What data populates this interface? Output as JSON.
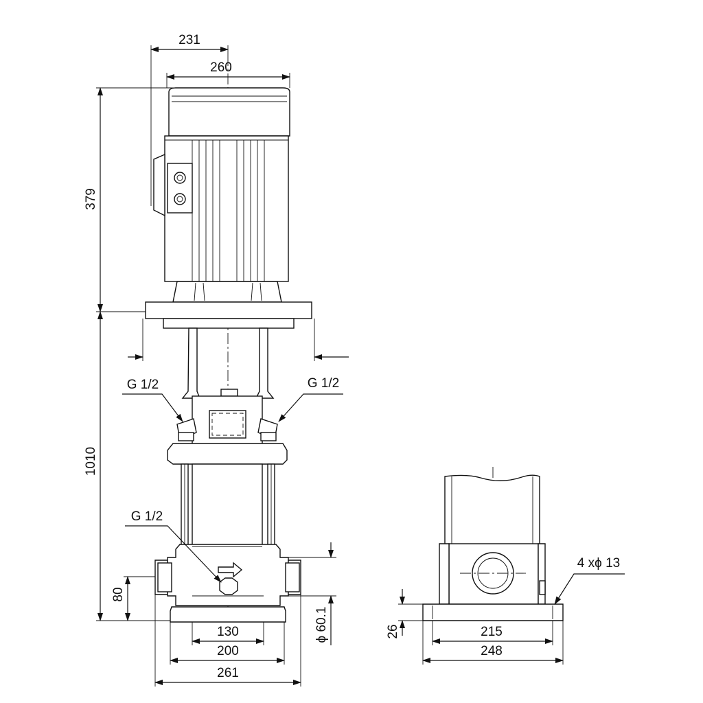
{
  "dimensions": {
    "d231": "231",
    "d260": "260",
    "d379": "379",
    "d1010": "1010",
    "d80": "80",
    "d130": "130",
    "d200": "200",
    "d261": "261",
    "d60_1": "ϕ 60.1",
    "d26": "26",
    "d215": "215",
    "d248": "248"
  },
  "labels": {
    "g_left": "G 1/2",
    "g_right": "G 1/2",
    "g_bottom": "G 1/2",
    "holes": "4 xϕ  13"
  }
}
